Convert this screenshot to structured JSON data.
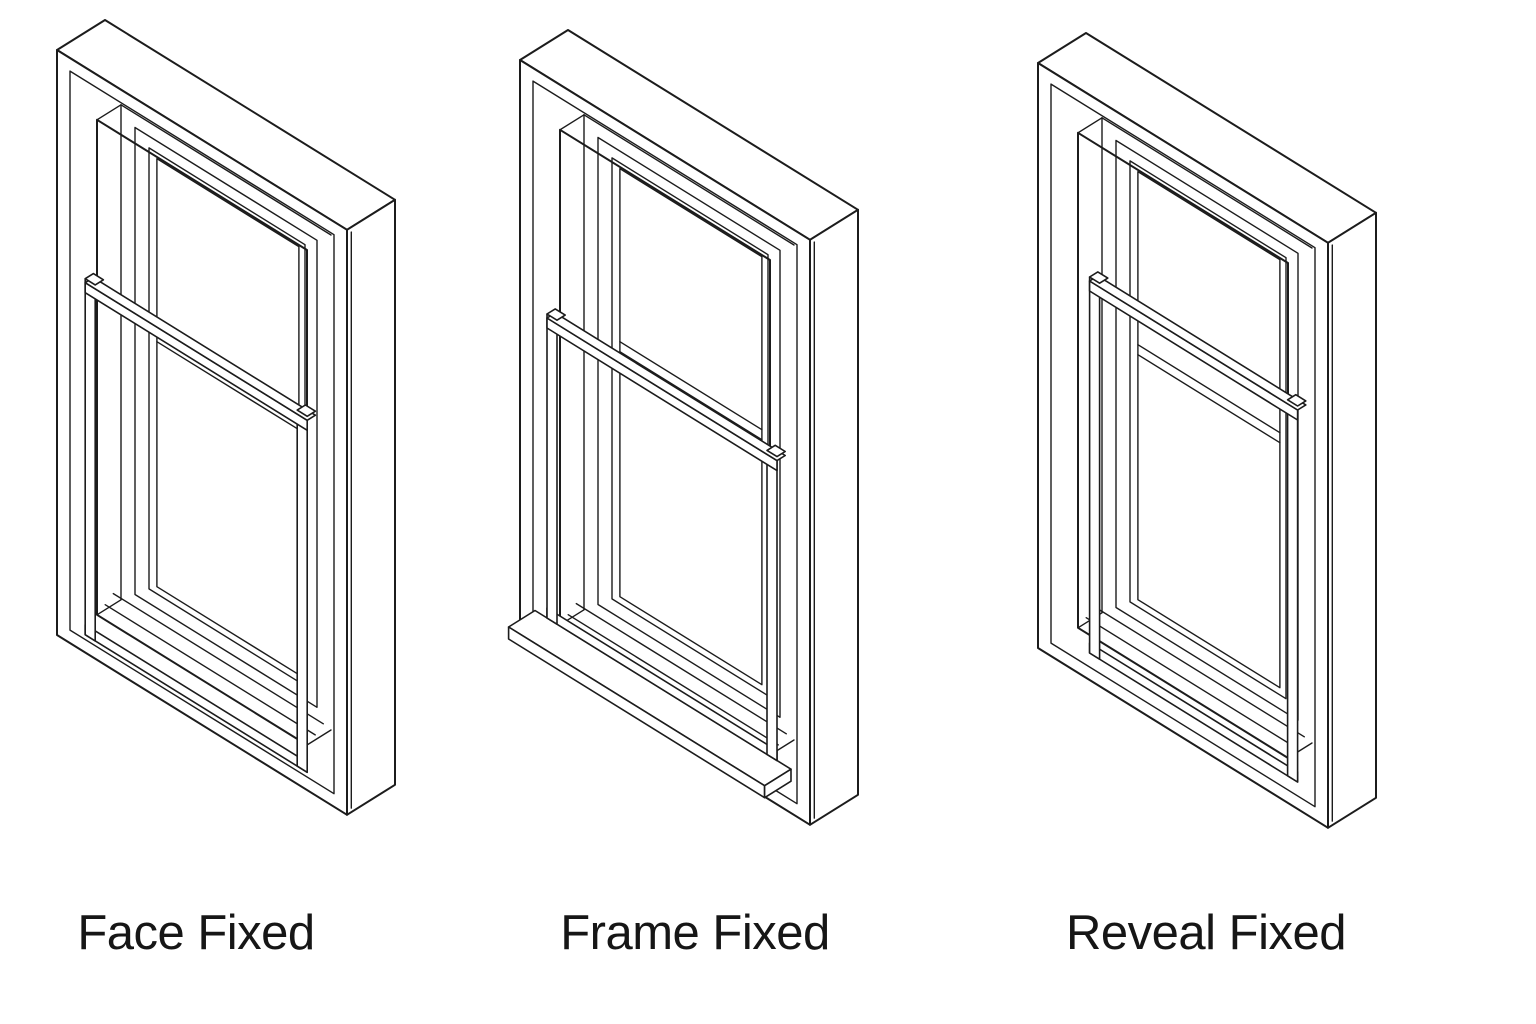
{
  "page": {
    "background_color": "#ffffff",
    "line_color": "#1c1c1c",
    "label_color": "#161616"
  },
  "figures": [
    {
      "id": "face",
      "label": "Face Fixed"
    },
    {
      "id": "frame",
      "label": "Frame Fixed"
    },
    {
      "id": "reveal",
      "label": "Reveal Fixed"
    }
  ]
}
